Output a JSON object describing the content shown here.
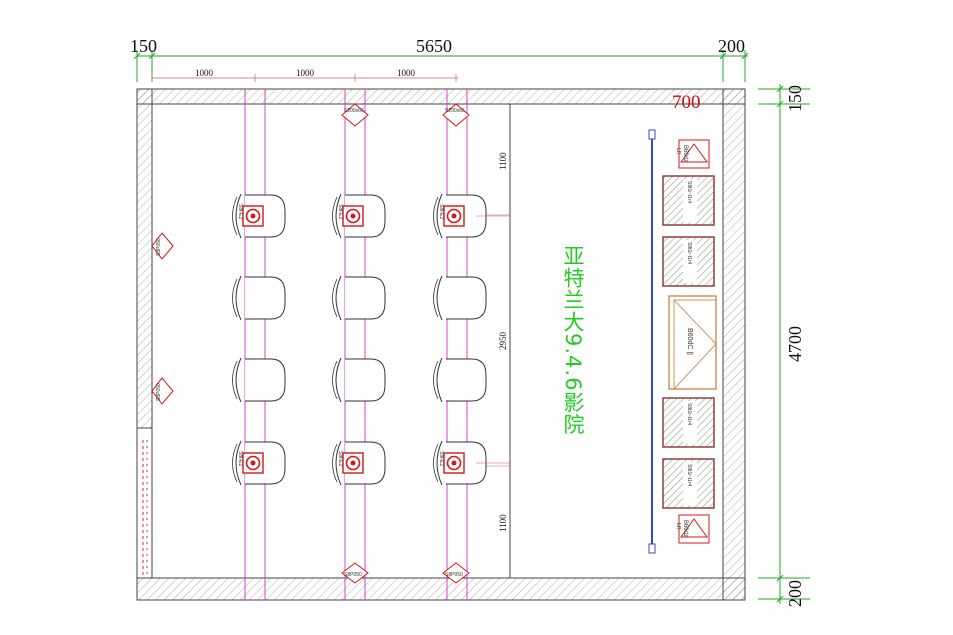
{
  "dimensions": {
    "top_total": "5650",
    "top_left": "150",
    "top_right": "200",
    "right_total": "4700",
    "right_top": "150",
    "right_bottom": "200",
    "spacing": [
      "1000",
      "1000",
      "1000"
    ],
    "screen_depth": "700",
    "gap_top": "1100",
    "gap_middle": "2950",
    "gap_bottom": "1100"
  },
  "room_title": "亚特兰大9.4.6影院",
  "speaker_labels": {
    "ceiling": "S200x66",
    "wall": "S8P050",
    "floor": "S8P050",
    "sub": "B60dz",
    "sub_sub": "LR",
    "surround_panel": "S8t1r-t1r4",
    "center_panel": "B60dC ||",
    "seat_tag": "S8t-E2"
  },
  "colors": {
    "wall": "#444444",
    "grid": "#cc33cc",
    "accent": "#d01818",
    "title": "#22cc22",
    "dimension_green": "#22aa22"
  }
}
